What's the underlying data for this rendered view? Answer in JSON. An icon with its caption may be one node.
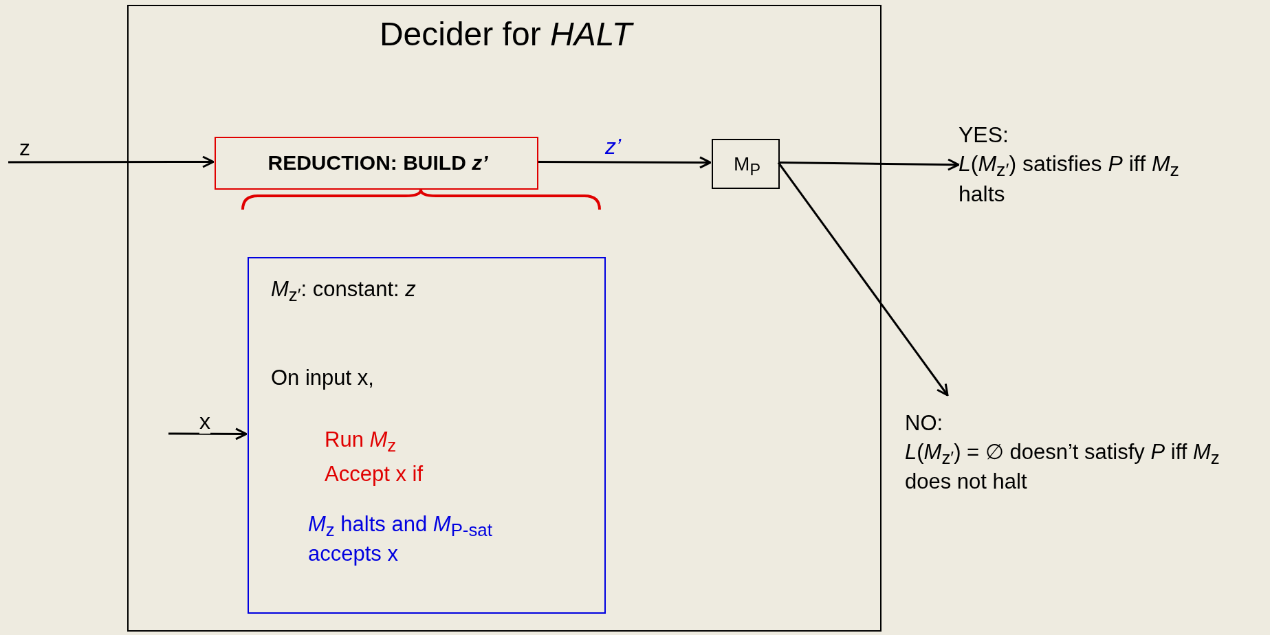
{
  "diagram": {
    "nodes": [
      {
        "text": [
          "Decider for *HALT*"
        ]
      },
      {
        "text": [
          "REDUCTION: BUILD *z’*"
        ],
        "in": 0
      },
      {
        "text": [
          "M$_{P}$"
        ],
        "in": 0
      },
      {
        "text": [
          "*M*$_{z′}$:  constant:  *z*",
          "On input x,",
          "Run *M*$_{z}$",
          "Accept x if",
          "*M*$_{z}$ halts and *M*$_{P-sat}$ accepts x"
        ],
        "in": 0
      },
      {
        "text": [
          "YES:",
          "*L*(*M*$_{z′}$) satisfies *P* iff *M*$_{z}$ halts"
        ]
      },
      {
        "text": [
          "NO:",
          "*L*(*M*$_{z′}$) = ∅ doesn’t satisfy *P* iff *M*$_{z}$ does not halt"
        ]
      }
    ],
    "edges": [
      {
        "from": null,
        "to": 1,
        "arrow": "to",
        "label": "z"
      },
      {
        "from": 1,
        "to": 2,
        "arrow": "to",
        "label": "*z’*"
      },
      {
        "from": 2,
        "to": 4,
        "arrow": "to"
      },
      {
        "from": 2,
        "to": 5,
        "arrow": "to"
      },
      {
        "from": null,
        "to": 3,
        "arrow": "to",
        "label": "x"
      }
    ]
  }
}
